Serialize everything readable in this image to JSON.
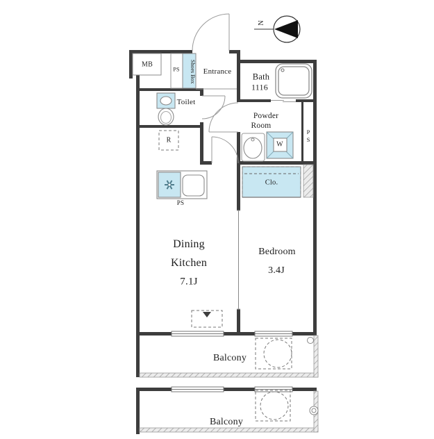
{
  "plan": {
    "compass": {
      "north": "N"
    },
    "meter_box": "MB",
    "entrance": {
      "label": "Entrance",
      "ps": "PS",
      "shoes_box": "Shoes Box"
    },
    "bath": {
      "label": "Bath",
      "size": "1116"
    },
    "toilet": {
      "label": "Toilet"
    },
    "powder_room": {
      "label_line1": "Powder",
      "label_line2": "Room",
      "washer": "W",
      "ps": "PS"
    },
    "kitchen": {
      "refrigerator": "R",
      "ps": "PS"
    },
    "closet": {
      "label": "Clo."
    },
    "dining_kitchen": {
      "label_line1": "Dining",
      "label_line2": "Kitchen",
      "size": "7.1J"
    },
    "bedroom": {
      "label": "Bedroom",
      "size": "3.4J"
    },
    "balconies": {
      "upper": "Balcony",
      "lower": "Balcony"
    }
  },
  "colors": {
    "fixture_fill": "#c8e7f2",
    "wall": "#3d3d3d",
    "line": "#8a8a8a"
  }
}
